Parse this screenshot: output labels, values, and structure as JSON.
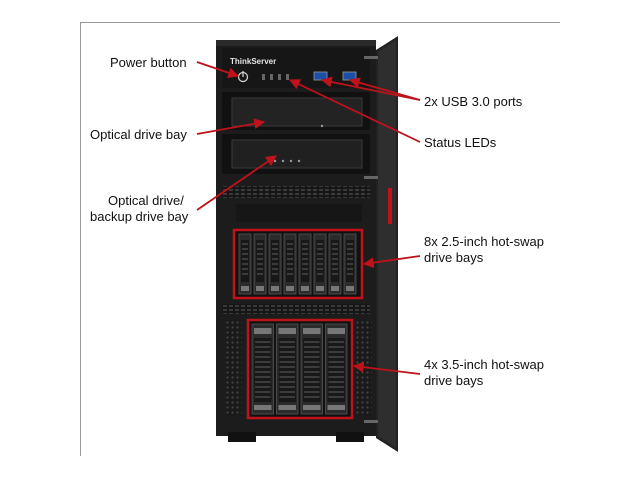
{
  "brand": "ThinkServer",
  "callouts": {
    "power_button": "Power button",
    "optical_bay": "Optical drive bay",
    "optical_backup_line1": "Optical drive/",
    "optical_backup_line2": "backup drive bay",
    "usb_ports": "2x USB 3.0 ports",
    "status_leds": "Status LEDs",
    "bays_25_line1": "8x 2.5-inch hot-swap",
    "bays_25_line2": "drive bays",
    "bays_35_line1": "4x 3.5-inch hot-swap",
    "bays_35_line2": "drive bays"
  },
  "counts": {
    "small_bays": 8,
    "large_bays": 4
  },
  "colors": {
    "callout": "#c0121b",
    "chassis": "#1c1c1c",
    "bay": "#2b2b2b"
  }
}
